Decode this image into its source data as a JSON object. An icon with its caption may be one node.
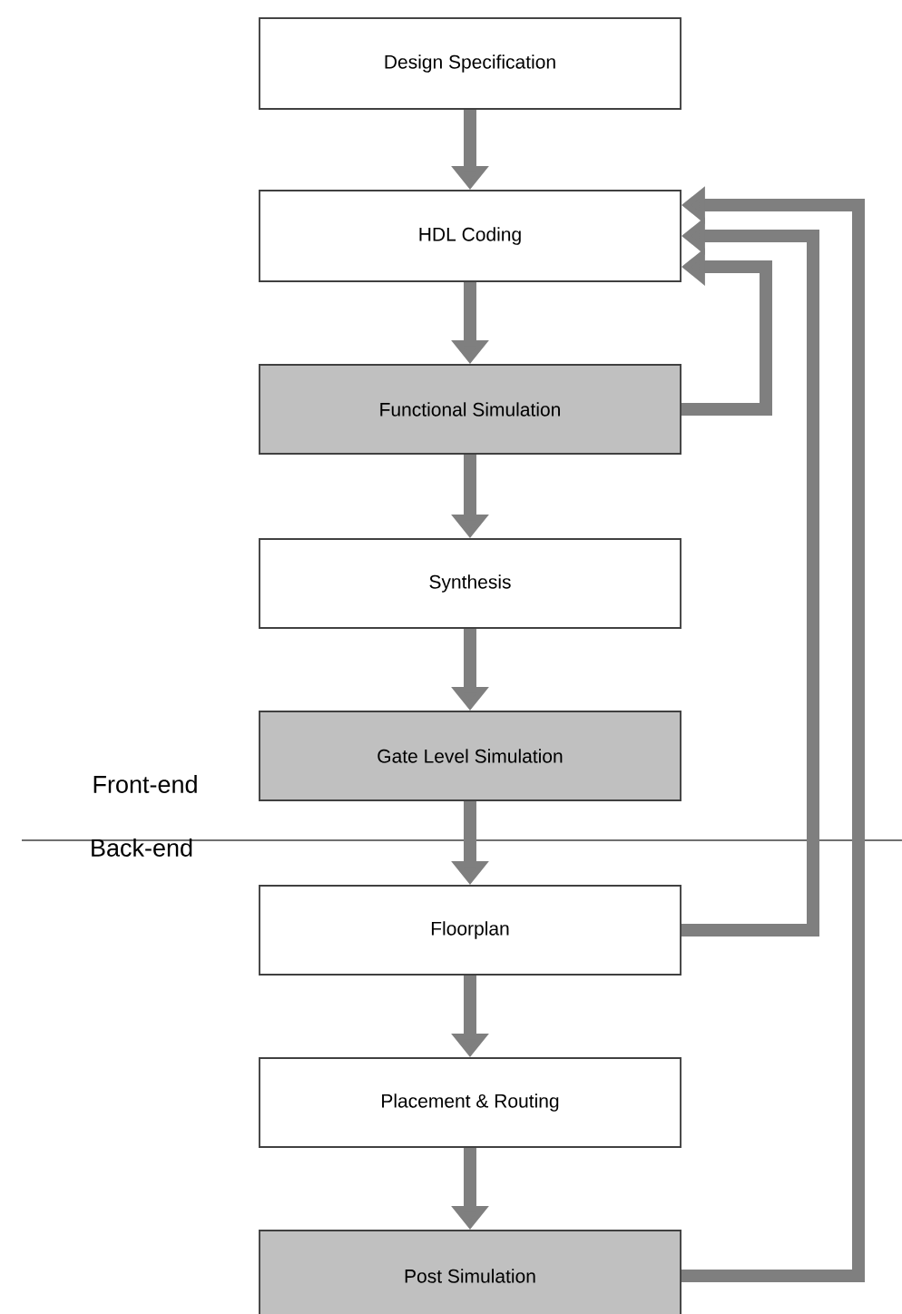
{
  "diagram": {
    "nodes": [
      {
        "text": [
          "Design Specification"
        ]
      },
      {
        "text": [
          "HDL Coding"
        ]
      },
      {
        "text": [
          "Functional Simulation"
        ]
      },
      {
        "text": [
          "Synthesis"
        ]
      },
      {
        "text": [
          "Gate Level Simulation"
        ]
      },
      {
        "text": [
          "Floorplan"
        ]
      },
      {
        "text": [
          "Placement & Routing"
        ]
      },
      {
        "text": [
          "Post Simulation"
        ]
      }
    ],
    "edges": [
      {
        "from": 0,
        "to": 1,
        "arrow": "to"
      },
      {
        "from": 1,
        "to": 2,
        "arrow": "to"
      },
      {
        "from": 2,
        "to": 3,
        "arrow": "to"
      },
      {
        "from": 3,
        "to": 4,
        "arrow": "to"
      },
      {
        "from": 4,
        "to": 5,
        "arrow": "to"
      },
      {
        "from": 5,
        "to": 6,
        "arrow": "to"
      },
      {
        "from": 6,
        "to": 7,
        "arrow": "to"
      },
      {
        "from": 2,
        "to": 1,
        "arrow": "to"
      },
      {
        "from": 5,
        "to": 1,
        "arrow": "to"
      },
      {
        "from": 7,
        "to": 1,
        "arrow": "to"
      }
    ],
    "labels": [
      "Front-end",
      "Back-end"
    ]
  }
}
